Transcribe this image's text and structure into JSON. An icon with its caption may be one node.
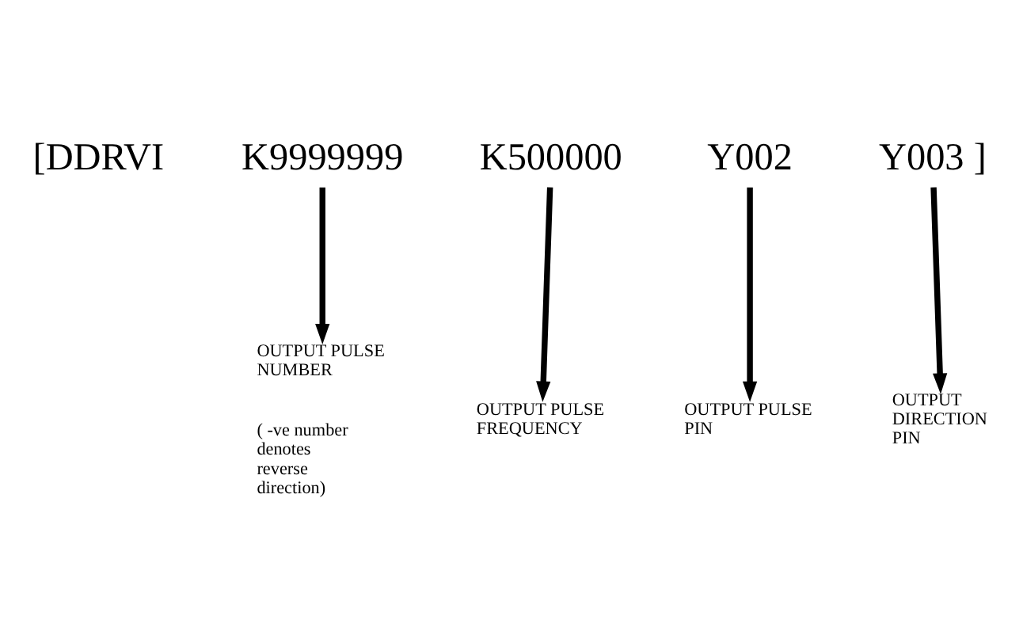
{
  "diagram": {
    "nodes": [
      {
        "text": [
          "K9999999"
        ]
      },
      {
        "text": [
          "K500000"
        ]
      },
      {
        "text": [
          "Y002"
        ]
      },
      {
        "text": [
          "Y003 ]"
        ]
      },
      {
        "text": [
          "OUTPUT PULSE NUMBER",
          "( -ve number denotes reverse direction)"
        ]
      },
      {
        "text": [
          "OUTPUT PULSE FREQUENCY"
        ]
      },
      {
        "text": [
          "OUTPUT PULSE PIN"
        ]
      },
      {
        "text": [
          "OUTPUT DIRECTION PIN"
        ]
      }
    ],
    "edges": [
      {
        "from": 0,
        "to": 4,
        "arrow": "to"
      },
      {
        "from": 1,
        "to": 5,
        "arrow": "to"
      },
      {
        "from": 2,
        "to": 6,
        "arrow": "to"
      },
      {
        "from": 3,
        "to": 7,
        "arrow": "to"
      }
    ],
    "labels": [
      "[DDRVI"
    ]
  }
}
